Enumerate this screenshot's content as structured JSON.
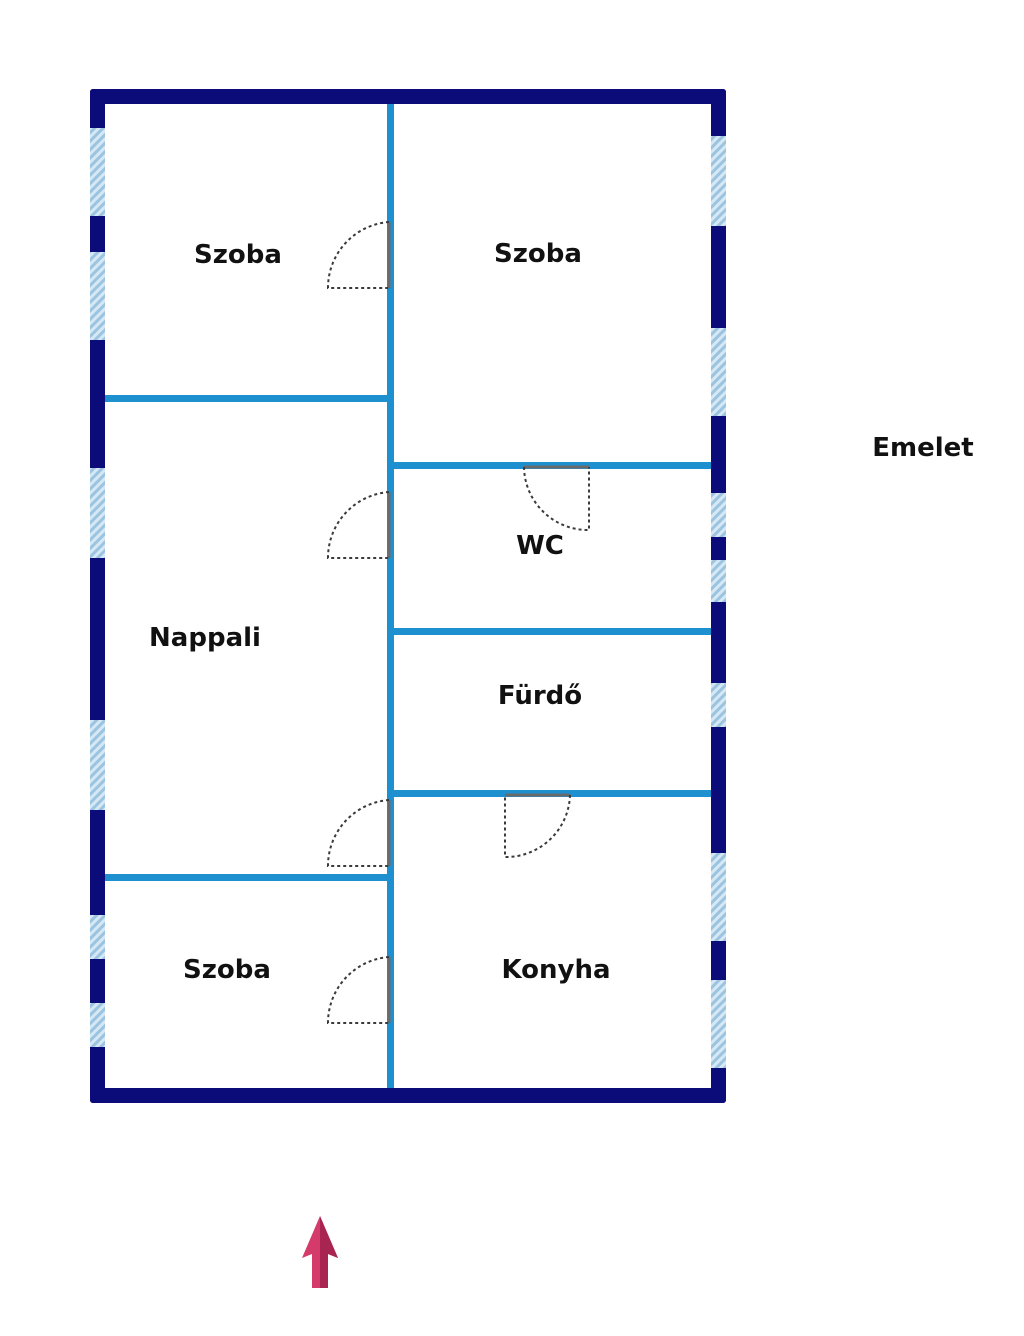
{
  "floor_label": "Emelet",
  "rooms": [
    {
      "id": "szoba-top-left",
      "label": "Szoba"
    },
    {
      "id": "szoba-top-right",
      "label": "Szoba"
    },
    {
      "id": "wc",
      "label": "WC"
    },
    {
      "id": "nappali",
      "label": "Nappali"
    },
    {
      "id": "furdo",
      "label": "Fürdő"
    },
    {
      "id": "szoba-bottom-left",
      "label": "Szoba"
    },
    {
      "id": "konyha",
      "label": "Konyha"
    }
  ],
  "colors": {
    "outer_wall": "#0b0b7a",
    "inner_wall": "#1e8fcf",
    "window": "#a9cde6",
    "door_leaf": "#6b6b6b",
    "door_swing": "#3a3a3a",
    "north_arrow": "#d43a6a",
    "label": "#111111"
  },
  "icons": {
    "north_arrow": "north-arrow-icon"
  }
}
